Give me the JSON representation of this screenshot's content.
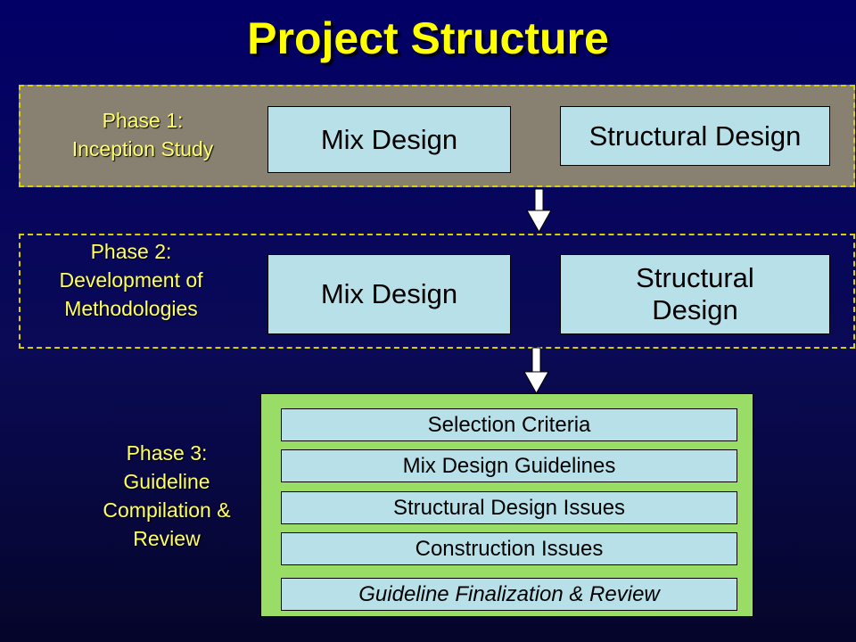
{
  "title": "Project Structure",
  "phases": [
    {
      "label_lines": [
        "Phase 1:",
        "Inception Study"
      ],
      "boxes": [
        "Mix Design",
        "Structural Design"
      ]
    },
    {
      "label_lines": [
        "Phase 2:",
        "Development of",
        "Methodologies"
      ],
      "boxes": [
        "Mix Design",
        "Structural Design"
      ]
    },
    {
      "label_lines": [
        "Phase 3:",
        "Guideline",
        "Compilation &",
        "Review"
      ],
      "items": [
        "Selection Criteria",
        "Mix Design Guidelines",
        "Structural Design Issues",
        "Construction Issues",
        "Guideline Finalization & Review"
      ]
    }
  ],
  "colors": {
    "background": "#020066",
    "title": "#ffff00",
    "phase_label": "#ffff66",
    "box_fill": "#b8e0e8",
    "phase1_band": "#888070",
    "phase3_panel": "#99dd66",
    "band_border": "#d8d000"
  }
}
